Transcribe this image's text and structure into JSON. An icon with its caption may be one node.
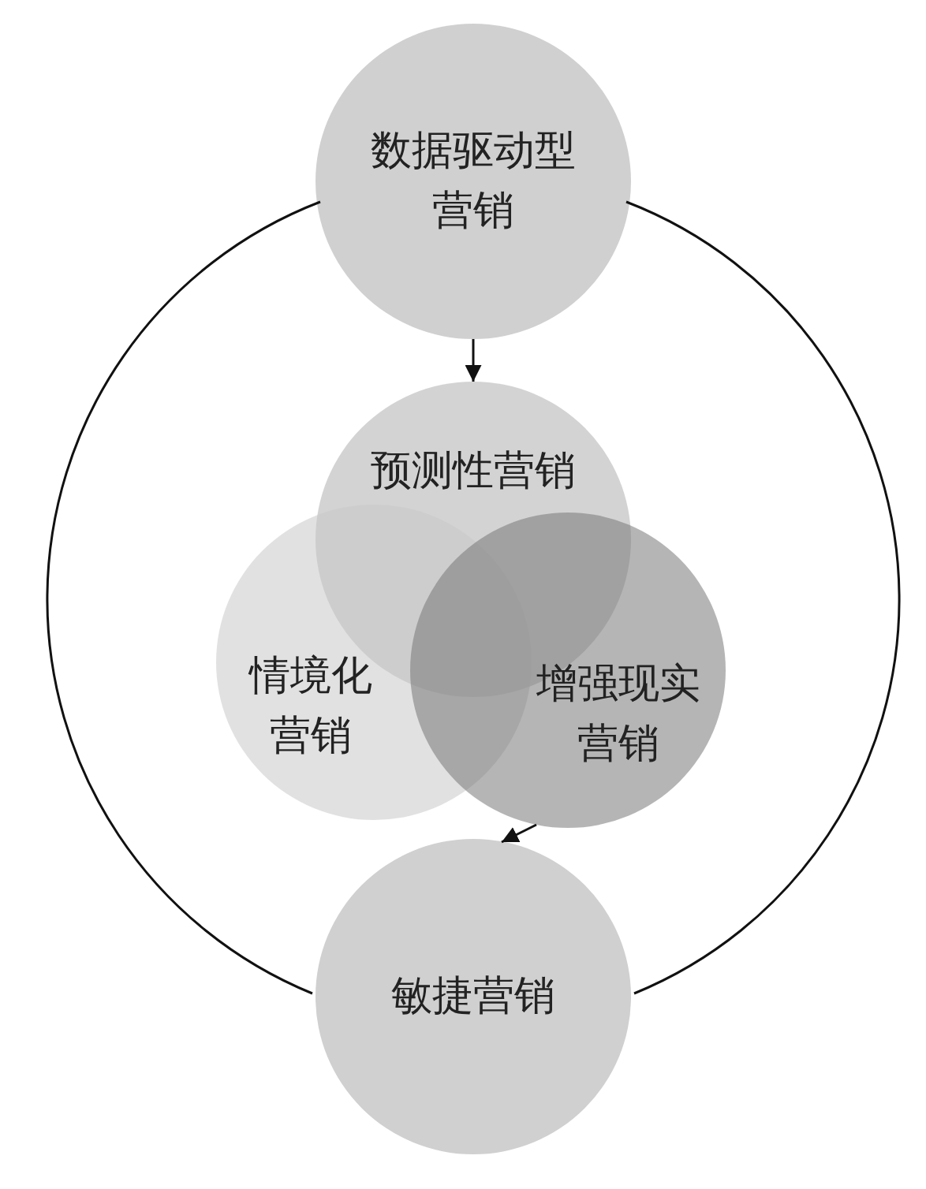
{
  "diagram": {
    "nodes": [
      {
        "text": [
          "数据驱动型营销"
        ]
      },
      {
        "text": [
          "预测性营销"
        ]
      },
      {
        "text": [
          "情境化营销"
        ]
      },
      {
        "text": [
          "增强现实营销"
        ]
      },
      {
        "text": [
          "敏捷营销"
        ]
      }
    ],
    "edges": [
      {
        "from": 0,
        "to": 1,
        "arrow": "to"
      },
      {
        "from": 3,
        "to": 4,
        "arrow": "to"
      },
      {
        "from": 0,
        "to": 4,
        "arrow": "none"
      },
      {
        "from": 0,
        "to": 4,
        "arrow": "none"
      }
    ]
  }
}
